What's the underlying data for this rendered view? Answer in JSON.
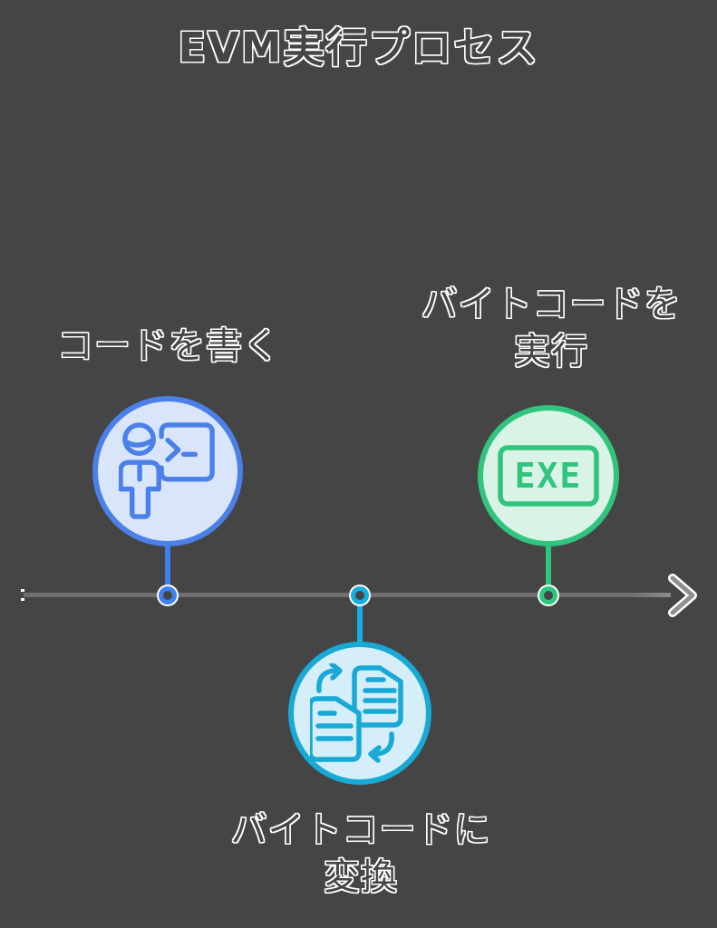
{
  "title": "EVM実行プロセス",
  "diagram_type": "horizontal-timeline-process",
  "colors": {
    "background": "#454545",
    "timeline_line": "#6f6f6f",
    "text_outline": "#ffffff",
    "blue_accent": "#4a80e8",
    "blue_fill": "#d9e5fb",
    "cyan_accent": "#18a9d6",
    "cyan_fill": "#d5eefa",
    "green_accent": "#30c47d",
    "green_fill": "#d9f3e6"
  },
  "timeline": {
    "direction": "left-to-right",
    "arrow_icon": "right-arrow-icon"
  },
  "steps": [
    {
      "id": "write-code",
      "label": "コードを書く",
      "lines": [
        "コードを書く"
      ],
      "icon": "person-terminal-icon",
      "accent": "#4a80e8",
      "position": "above-line"
    },
    {
      "id": "convert-to-bytecode",
      "label": "バイトコードに変換",
      "lines": [
        "バイトコードに",
        "変換"
      ],
      "icon": "file-conversion-icon",
      "accent": "#18a9d6",
      "position": "below-line"
    },
    {
      "id": "execute-bytecode",
      "label": "バイトコードを実行",
      "lines": [
        "バイトコードを",
        "実行"
      ],
      "icon": "exe-badge-icon",
      "icon_text": "EXE",
      "accent": "#30c47d",
      "position": "above-line"
    }
  ]
}
